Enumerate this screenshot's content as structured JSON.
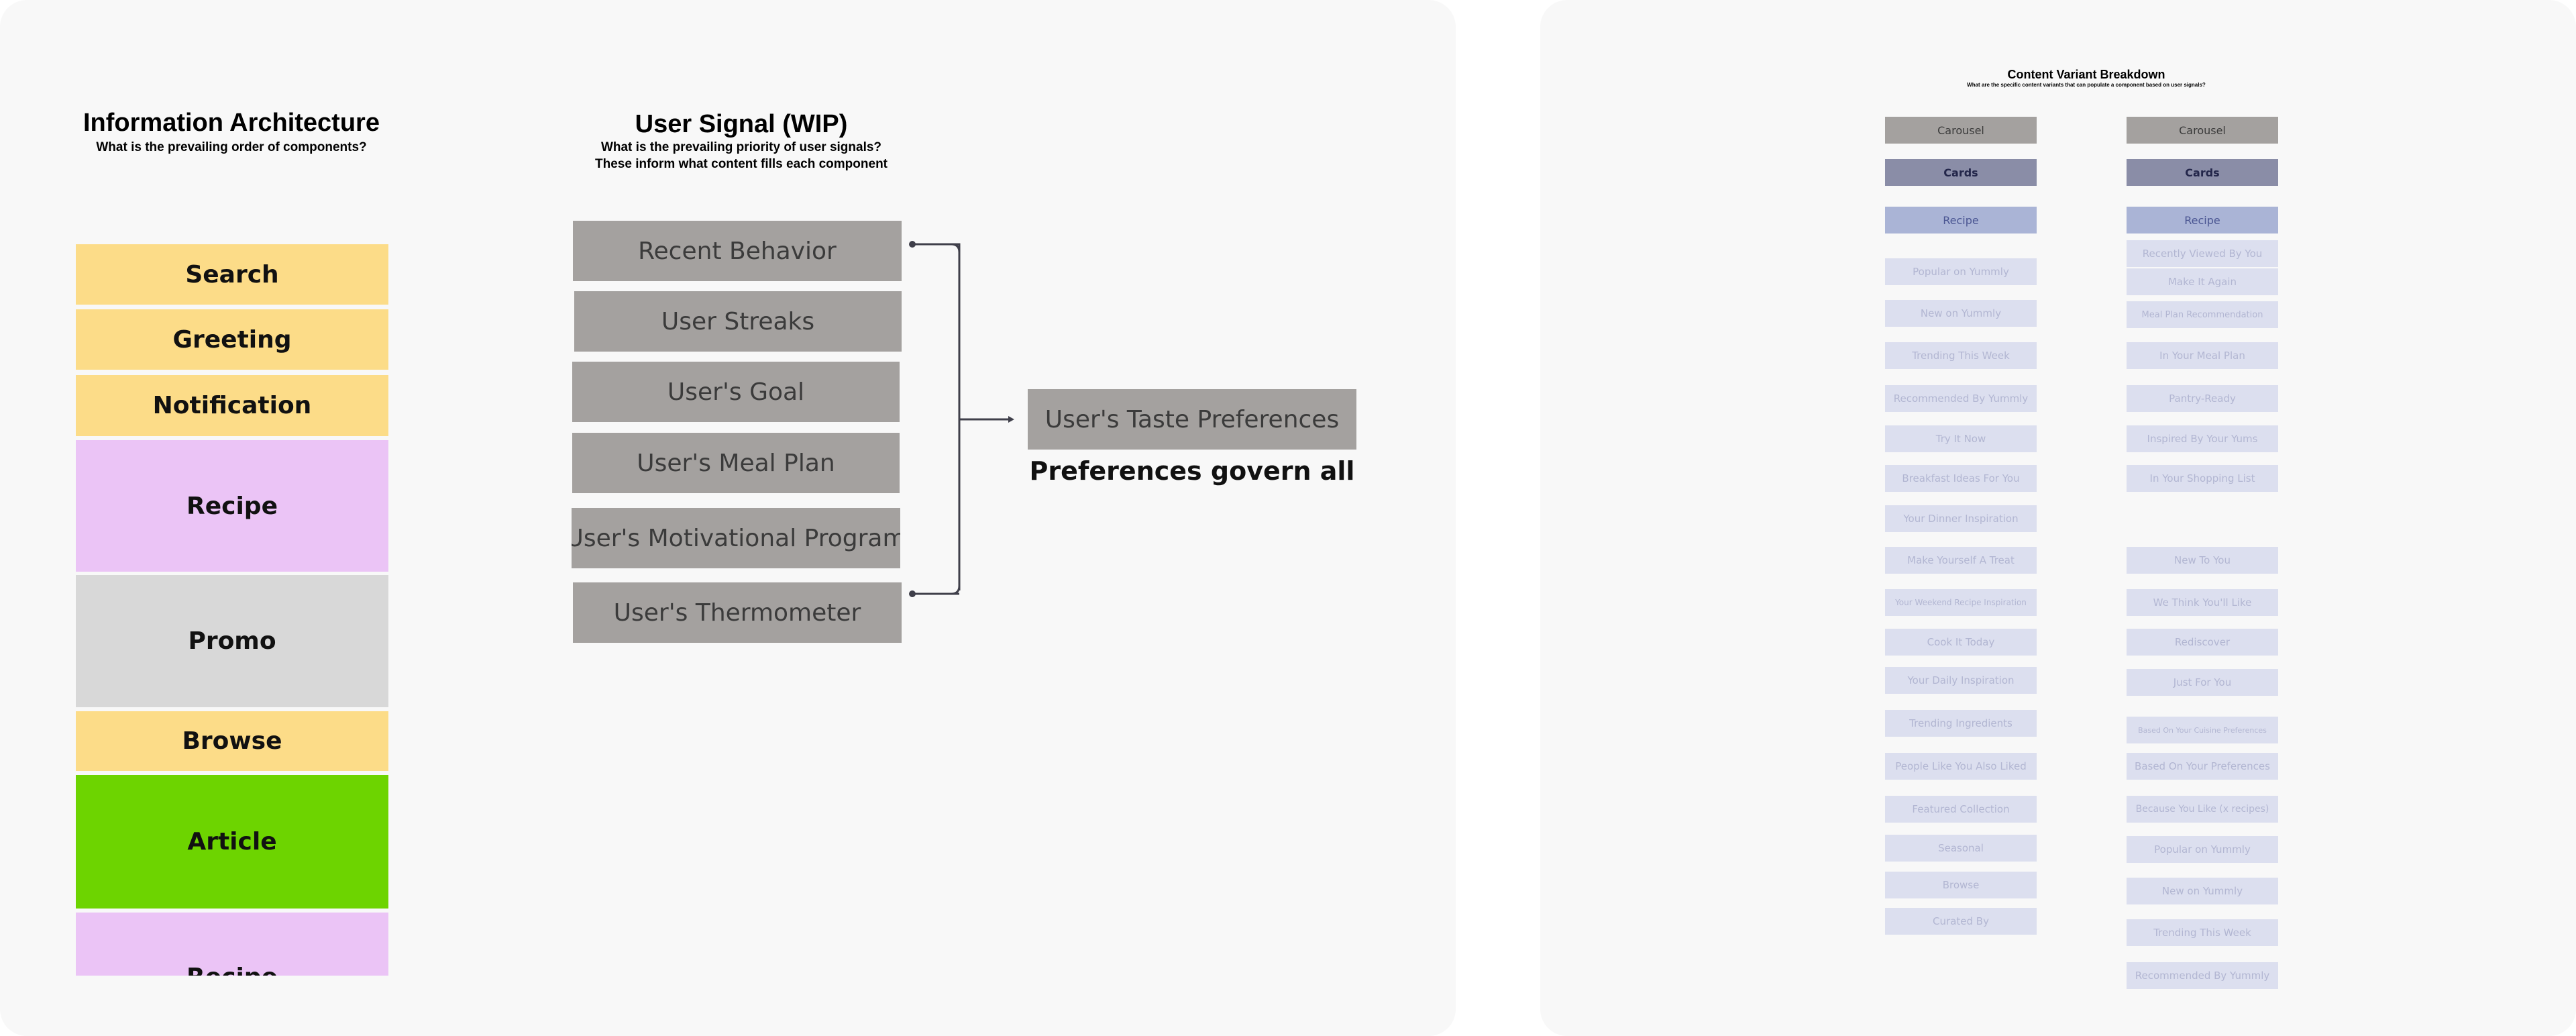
{
  "ia": {
    "title": "Information Architecture",
    "subtitle": "What is the prevailing order of components?",
    "blocks": [
      "Search",
      "Greeting",
      "Notification",
      "Recipe",
      "Promo",
      "Browse",
      "Article",
      "Recipe"
    ]
  },
  "signal": {
    "title": "User Signal (WIP)",
    "subtitle_line1": "What is the prevailing priority of user signals?",
    "subtitle_line2": "These inform what content fills each component",
    "items": [
      "Recent Behavior",
      "User Streaks",
      "User's Goal",
      "User's Meal Plan",
      "User's Motivational Program",
      "User's Thermometer"
    ],
    "result": "User's Taste Preferences",
    "result_caption": "Preferences govern all"
  },
  "variants": {
    "title": "Content Variant Breakdown",
    "subtitle": "What are the specific content variants that can populate a component based on user signals?",
    "left": {
      "carousel": "Carousel",
      "cards": "Cards",
      "recipe": "Recipe",
      "items": [
        "Popular on Yummly",
        "New on Yummly",
        "Trending This Week",
        "Recommended By Yummly",
        "Try It Now",
        "Breakfast Ideas For You",
        "Your Dinner Inspiration",
        "Make Yourself A Treat",
        "Your Weekend Recipe Inspiration",
        "Cook It Today",
        "Your Daily Inspiration",
        "Trending Ingredients",
        "People Like You Also Liked",
        "Featured Collection",
        "Seasonal",
        "Browse",
        "Curated By"
      ]
    },
    "right": {
      "carousel": "Carousel",
      "cards": "Cards",
      "recipe": "Recipe",
      "items_a": [
        "Recently Viewed By You",
        "Make It Again",
        "Meal Plan Recommendation",
        "In Your Meal Plan",
        "Pantry-Ready",
        "Inspired By Your Yums",
        "In Your Shopping List"
      ],
      "items_b": [
        "New To You",
        "We Think You'll Like",
        "Rediscover",
        "Just For You",
        "Based On Your Cuisine Preferences",
        "Based On Your Preferences",
        "Because You Like (x recipes)",
        "Popular on Yummly",
        "New on Yummly",
        "Trending This Week",
        "Recommended By Yummly"
      ]
    }
  }
}
